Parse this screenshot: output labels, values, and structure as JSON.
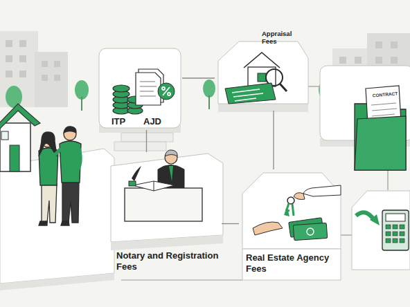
{
  "diagram": {
    "nodes": [
      {
        "text": [
          "ITP",
          "AJD"
        ]
      },
      {
        "text": [
          "Appraisal Fees"
        ]
      },
      {
        "text": [
          "Notary and Registration Fees"
        ]
      },
      {
        "text": [
          "Real Estate Agency Fees"
        ]
      }
    ],
    "edges": [
      {
        "from": 0,
        "to": 1,
        "arrow": "none"
      },
      {
        "from": 0,
        "to": 2,
        "arrow": "none"
      },
      {
        "from": 2,
        "to": 3,
        "arrow": "none"
      },
      {
        "from": 1,
        "to": 3,
        "arrow": "none"
      }
    ],
    "labels": [
      "CONTRACT"
    ]
  }
}
